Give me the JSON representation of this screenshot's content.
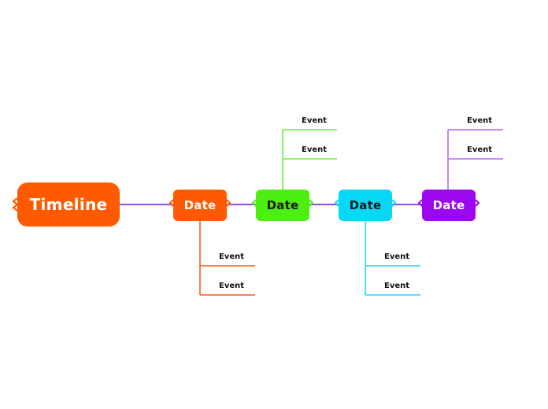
{
  "diagram": {
    "title": "Timeline",
    "type": "timeline-mindmap",
    "background": "#ffffff",
    "root": {
      "label": "Timeline",
      "fill": "#ff5a00",
      "text_color": "#ffffff"
    },
    "spine_color": "#8a2be2",
    "branches": [
      {
        "label": "Date",
        "fill": "#ff5a00",
        "text_color": "#ffffff",
        "line_color": "#ff5a1f",
        "direction": "down",
        "events": [
          {
            "label": "Event"
          },
          {
            "label": "Event"
          }
        ]
      },
      {
        "label": "Date",
        "fill": "#4dee12",
        "text_color": "#1a1a1a",
        "line_color": "#6ef03a",
        "direction": "up",
        "events": [
          {
            "label": "Event"
          },
          {
            "label": "Event"
          }
        ]
      },
      {
        "label": "Date",
        "fill": "#08d8f6",
        "text_color": "#1a1a1a",
        "line_color": "#21d9f7",
        "direction": "down",
        "events": [
          {
            "label": "Event"
          },
          {
            "label": "Event"
          }
        ]
      },
      {
        "label": "Date",
        "fill": "#9b07ee",
        "text_color": "#ffffff",
        "line_color": "#bb6bf2",
        "direction": "up",
        "events": [
          {
            "label": "Event"
          },
          {
            "label": "Event"
          }
        ]
      }
    ]
  }
}
